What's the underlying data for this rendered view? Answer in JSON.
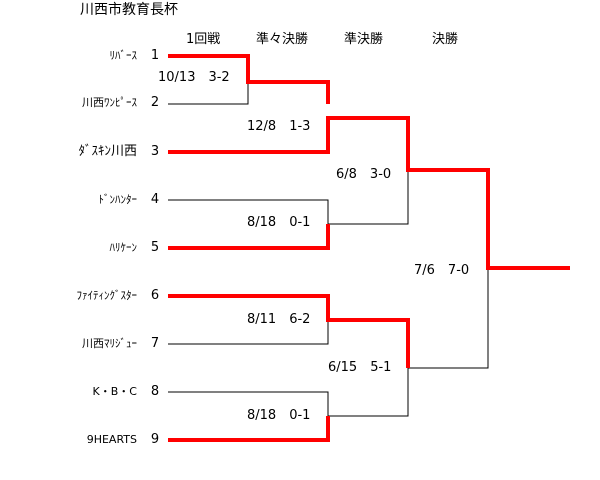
{
  "title": "川西市教育長杯",
  "rounds": [
    "1回戦",
    "準々決勝",
    "準決勝",
    "決勝"
  ],
  "teams": [
    {
      "seed": "1",
      "name": "ﾘﾊﾞｰｽ"
    },
    {
      "seed": "2",
      "name": "川西ﾜﾝﾋﾟｰｽ"
    },
    {
      "seed": "3",
      "name": "ﾀﾞｽｷﾝ川西"
    },
    {
      "seed": "4",
      "name": "ﾄﾞﾝﾊﾝﾀｰ"
    },
    {
      "seed": "5",
      "name": "ﾊﾘｹｰﾝ"
    },
    {
      "seed": "6",
      "name": "ﾌｧｲﾃｨﾝｸﾞｽﾀｰ"
    },
    {
      "seed": "7",
      "name": "川西ﾏﾘｼﾞｭｰ"
    },
    {
      "seed": "8",
      "name": "K・B・C"
    },
    {
      "seed": "9",
      "name": "9HEARTS"
    }
  ],
  "matches": {
    "r1": "10/13　3-2",
    "qf1": "12/8　1-3",
    "qf2": "8/18　0-1",
    "qf3": "8/11　6-2",
    "qf4": "8/18　0-1",
    "sf1": "6/8　3-0",
    "sf2": "6/15　5-1",
    "final": "7/6　7-0"
  },
  "colors": {
    "winner_line": "#ff0000",
    "loser_line": "#000000"
  }
}
